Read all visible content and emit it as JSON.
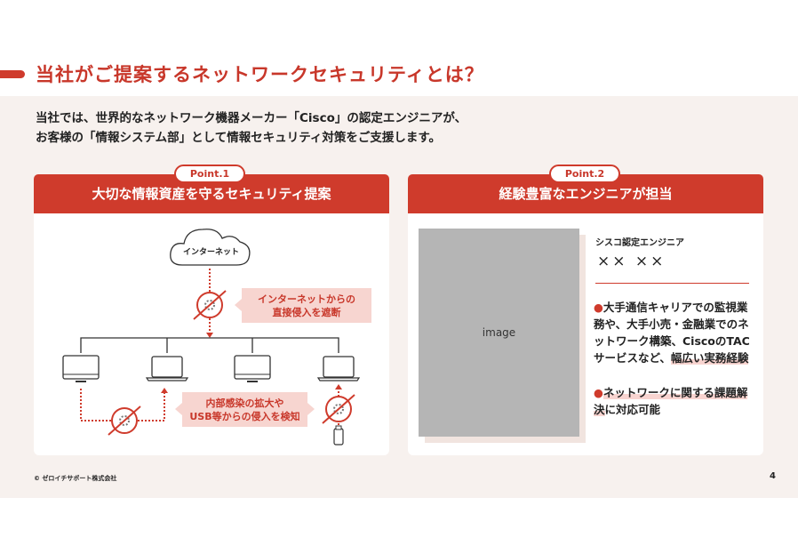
{
  "header": {
    "title": "当社がご提案するネットワークセキュリティとは？"
  },
  "intro": {
    "line1": "当社では、世界的なネットワーク機器メーカー「Cisco」の認定エンジニアが、",
    "line2": "お客様の「情報システム部」として情報セキュリティ対策をご支援します。"
  },
  "point1": {
    "badge": "Point.1",
    "title": "大切な情報資産を守るセキュリティ提案",
    "cloud_label": "インターネット",
    "callout1": [
      "インターネットからの",
      "直接侵入を遮断"
    ],
    "callout2": [
      "内部感染の拡大や",
      "USB等からの侵入を検知"
    ]
  },
  "point2": {
    "badge": "Point.2",
    "title": "経験豊富なエンジニアが担当",
    "image_label": "image",
    "role": "シスコ認定エンジニア",
    "name": "×× ××",
    "bullets": [
      {
        "text": "大手通信キャリアでの監視業務や、大手小売・金融業でのネットワーク構築、CiscoのTACサービスなど、",
        "highlight": "幅広い実務経験"
      },
      {
        "highlight": "ネットワークに関する課題解決",
        "text": "に対応可能"
      }
    ]
  },
  "footer": {
    "copyright": "© ゼロイチサポート株式会社",
    "page": "4"
  },
  "colors": {
    "accent": "#cf3b2c",
    "background": "#f7f1ee",
    "callout": "#f7d5d0"
  }
}
